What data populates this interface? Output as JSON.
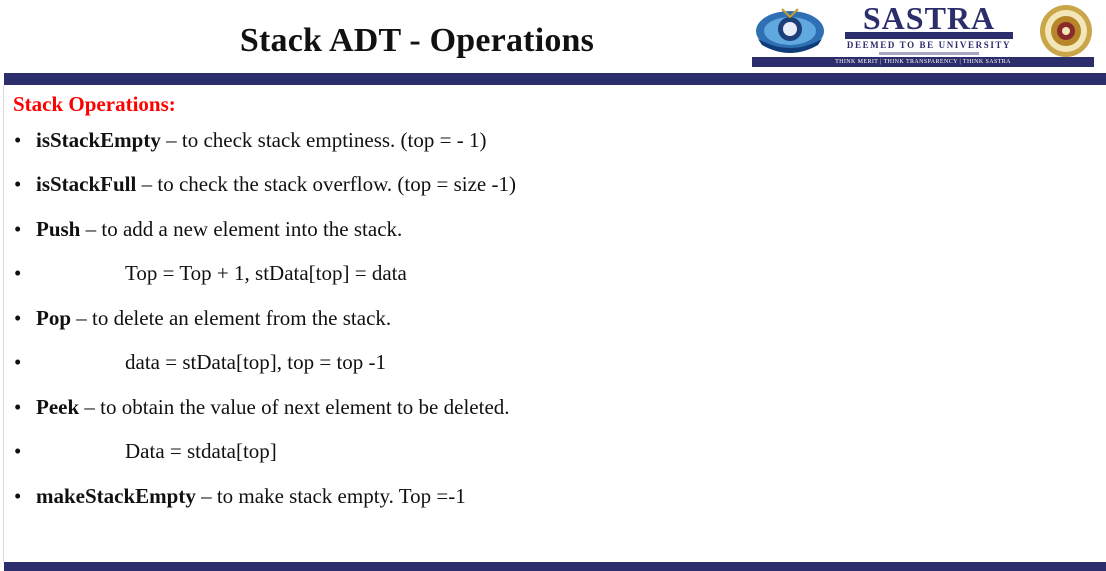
{
  "slide": {
    "title": "Stack ADT - Operations",
    "section_heading": "Stack Operations:",
    "bullets": [
      {
        "keyword": "isStackEmpty",
        "rest": " – to check stack emptiness. (top = - 1)"
      },
      {
        "keyword": "isStackFull",
        "rest": " – to check the stack overflow. (top = size -1)"
      },
      {
        "keyword": "Push",
        "rest": " – to add a new element into the stack."
      },
      {
        "keyword": "",
        "rest": "Top = Top + 1, stData[top] = data"
      },
      {
        "keyword": "Pop",
        "rest": " – to delete an element from the stack."
      },
      {
        "keyword": "",
        "rest": "data = stData[top], top = top -1"
      },
      {
        "keyword": "Peek",
        "rest": " – to obtain the value of next element to be deleted."
      },
      {
        "keyword": "",
        "rest": "Data = stdata[top]"
      },
      {
        "keyword": "makeStackEmpty",
        "rest": " – to make stack empty.  Top =-1"
      }
    ],
    "bullet_symbol": "•"
  },
  "logo": {
    "name": "SASTRA",
    "deemed": "DEEMED TO BE UNIVERSITY",
    "motto": "THINK MERIT | THINK TRANSPARENCY | THINK SASTRA"
  },
  "colors": {
    "accent_navy": "#2b2e6b",
    "heading_red": "#ff0000",
    "text": "#111111"
  },
  "icons": [
    "left-emblem-icon",
    "right-seal-icon"
  ]
}
